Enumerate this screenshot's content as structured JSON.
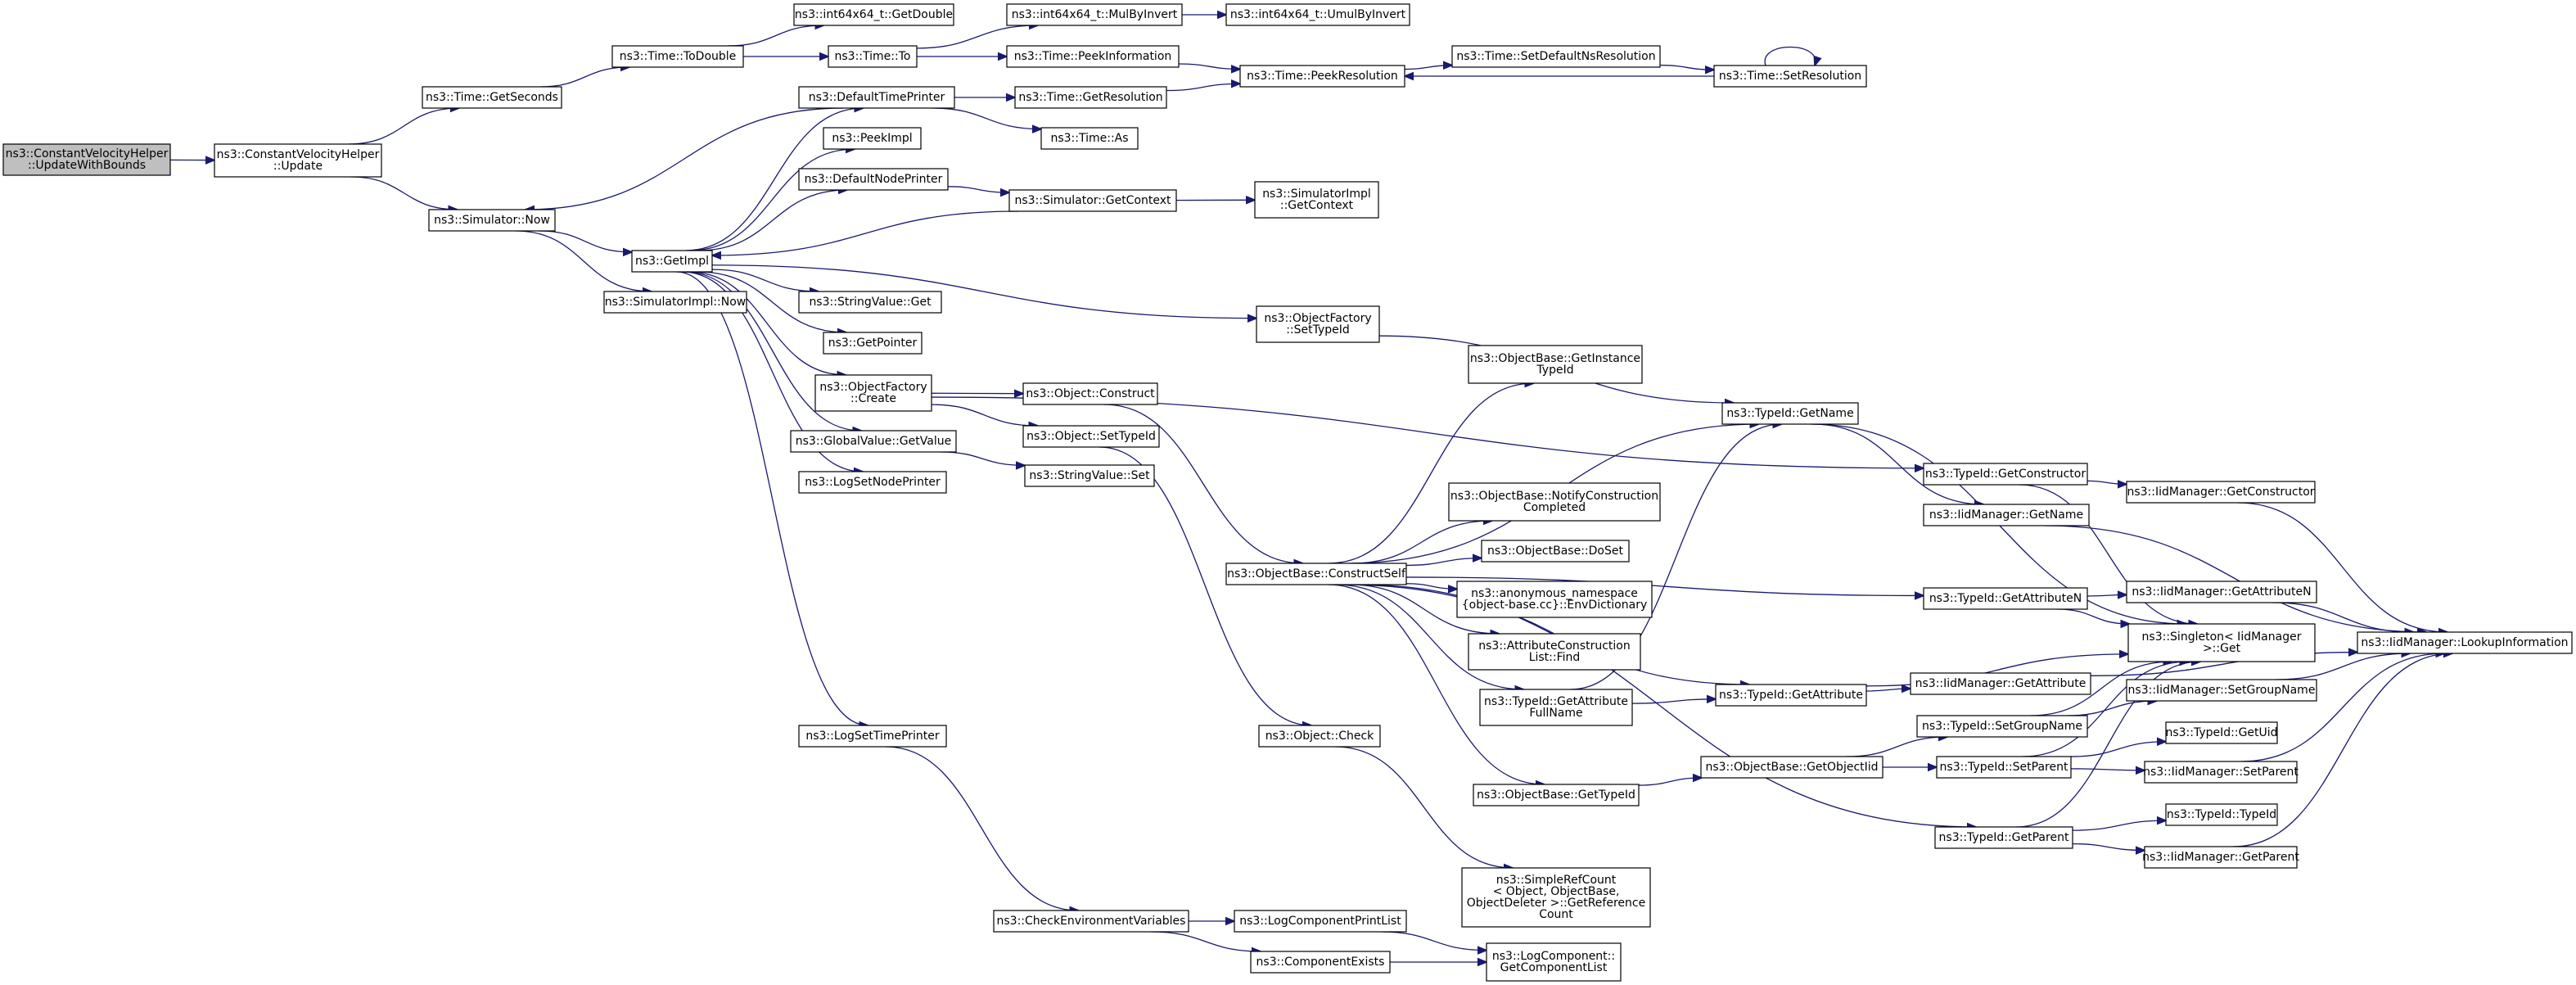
{
  "colors": {
    "edge": "#191970",
    "root_fill": "#bfbfbf",
    "node_fill": "#ffffff",
    "node_border": "#000000"
  },
  "nodes": [
    {
      "id": "root",
      "lines": [
        "ns3::ConstantVelocityHelper",
        "::UpdateWithBounds"
      ],
      "root": true
    },
    {
      "id": "cvh_update",
      "lines": [
        "ns3::ConstantVelocityHelper",
        "::Update"
      ]
    },
    {
      "id": "time_getseconds",
      "lines": [
        "ns3::Time::GetSeconds"
      ]
    },
    {
      "id": "time_todouble",
      "lines": [
        "ns3::Time::ToDouble"
      ]
    },
    {
      "id": "i64_getdouble",
      "lines": [
        "ns3::int64x64_t::GetDouble"
      ]
    },
    {
      "id": "time_to",
      "lines": [
        "ns3::Time::To"
      ]
    },
    {
      "id": "i64_mulbyinvert",
      "lines": [
        "ns3::int64x64_t::MulByInvert"
      ]
    },
    {
      "id": "i64_umulbyinvert",
      "lines": [
        "ns3::int64x64_t::UmulByInvert"
      ]
    },
    {
      "id": "time_peekinformation",
      "lines": [
        "ns3::Time::PeekInformation"
      ]
    },
    {
      "id": "time_peekresolution",
      "lines": [
        "ns3::Time::PeekResolution"
      ]
    },
    {
      "id": "time_setdefaultnsresolution",
      "lines": [
        "ns3::Time::SetDefaultNsResolution"
      ]
    },
    {
      "id": "time_setresolution",
      "lines": [
        "ns3::Time::SetResolution"
      ]
    },
    {
      "id": "simulator_now",
      "lines": [
        "ns3::Simulator::Now"
      ]
    },
    {
      "id": "defaulttimeprinter",
      "lines": [
        "ns3::DefaultTimePrinter"
      ]
    },
    {
      "id": "time_getresolution",
      "lines": [
        "ns3::Time::GetResolution"
      ]
    },
    {
      "id": "time_as",
      "lines": [
        "ns3::Time::As"
      ]
    },
    {
      "id": "peekimpl",
      "lines": [
        "ns3::PeekImpl"
      ]
    },
    {
      "id": "defaultnodeprinter",
      "lines": [
        "ns3::DefaultNodePrinter"
      ]
    },
    {
      "id": "simulator_getcontext",
      "lines": [
        "ns3::Simulator::GetContext"
      ]
    },
    {
      "id": "simulatorimpl_getcontext",
      "lines": [
        "ns3::SimulatorImpl",
        "::GetContext"
      ]
    },
    {
      "id": "getimpl",
      "lines": [
        "ns3::GetImpl"
      ]
    },
    {
      "id": "simulatorimpl_now",
      "lines": [
        "ns3::SimulatorImpl::Now"
      ]
    },
    {
      "id": "stringvalue_get",
      "lines": [
        "ns3::StringValue::Get"
      ]
    },
    {
      "id": "objectfactory_settypeid",
      "lines": [
        "ns3::ObjectFactory",
        "::SetTypeId"
      ]
    },
    {
      "id": "getpointer",
      "lines": [
        "ns3::GetPointer"
      ]
    },
    {
      "id": "objectfactory_create",
      "lines": [
        "ns3::ObjectFactory",
        "::Create"
      ]
    },
    {
      "id": "object_construct",
      "lines": [
        "ns3::Object::Construct"
      ]
    },
    {
      "id": "object_settypeid",
      "lines": [
        "ns3::Object::SetTypeId"
      ]
    },
    {
      "id": "globalvalue_getvalue",
      "lines": [
        "ns3::GlobalValue::GetValue"
      ]
    },
    {
      "id": "stringvalue_set",
      "lines": [
        "ns3::StringValue::Set"
      ]
    },
    {
      "id": "logsetnodeprinter",
      "lines": [
        "ns3::LogSetNodePrinter"
      ]
    },
    {
      "id": "objectbase_getinstancetypeid",
      "lines": [
        "ns3::ObjectBase::GetInstance",
        "TypeId"
      ]
    },
    {
      "id": "typeid_getname",
      "lines": [
        "ns3::TypeId::GetName"
      ]
    },
    {
      "id": "typeid_getconstructor",
      "lines": [
        "ns3::TypeId::GetConstructor"
      ]
    },
    {
      "id": "iidmanager_getconstructor",
      "lines": [
        "ns3::IidManager::GetConstructor"
      ]
    },
    {
      "id": "iidmanager_getname",
      "lines": [
        "ns3::IidManager::GetName"
      ]
    },
    {
      "id": "objectbase_notifyconstructioncompleted",
      "lines": [
        "ns3::ObjectBase::NotifyConstruction",
        "Completed"
      ]
    },
    {
      "id": "objectbase_doset",
      "lines": [
        "ns3::ObjectBase::DoSet"
      ]
    },
    {
      "id": "objectbase_constructself",
      "lines": [
        "ns3::ObjectBase::ConstructSelf"
      ]
    },
    {
      "id": "envdictionary",
      "lines": [
        "ns3::anonymous_namespace",
        "{object-base.cc}::EnvDictionary"
      ]
    },
    {
      "id": "typeid_getattributen",
      "lines": [
        "ns3::TypeId::GetAttributeN"
      ]
    },
    {
      "id": "iidmanager_getattributen",
      "lines": [
        "ns3::IidManager::GetAttributeN"
      ]
    },
    {
      "id": "singleton_get",
      "lines": [
        "ns3::Singleton< IidManager",
        ">::Get"
      ]
    },
    {
      "id": "iidmanager_lookupinformation",
      "lines": [
        "ns3::IidManager::LookupInformation"
      ]
    },
    {
      "id": "attributeconstructionlist_find",
      "lines": [
        "ns3::AttributeConstruction",
        "List::Find"
      ]
    },
    {
      "id": "typeid_getattributefullname",
      "lines": [
        "ns3::TypeId::GetAttribute",
        "FullName"
      ]
    },
    {
      "id": "typeid_getattribute",
      "lines": [
        "ns3::TypeId::GetAttribute"
      ]
    },
    {
      "id": "iidmanager_getattribute",
      "lines": [
        "ns3::IidManager::GetAttribute"
      ]
    },
    {
      "id": "iidmanager_setgroupname",
      "lines": [
        "ns3::IidManager::SetGroupName"
      ]
    },
    {
      "id": "typeid_setgroupname",
      "lines": [
        "ns3::TypeId::SetGroupName"
      ]
    },
    {
      "id": "typeid_getuid",
      "lines": [
        "ns3::TypeId::GetUid"
      ]
    },
    {
      "id": "logsettimeprinter",
      "lines": [
        "ns3::LogSetTimePrinter"
      ]
    },
    {
      "id": "object_check",
      "lines": [
        "ns3::Object::Check"
      ]
    },
    {
      "id": "objectbase_gettypeid",
      "lines": [
        "ns3::ObjectBase::GetTypeId"
      ]
    },
    {
      "id": "objectbase_getobjectiid",
      "lines": [
        "ns3::ObjectBase::GetObjectIid"
      ]
    },
    {
      "id": "typeid_setparent",
      "lines": [
        "ns3::TypeId::SetParent"
      ]
    },
    {
      "id": "iidmanager_setparent",
      "lines": [
        "ns3::IidManager::SetParent"
      ]
    },
    {
      "id": "typeid_typeid",
      "lines": [
        "ns3::TypeId::TypeId"
      ]
    },
    {
      "id": "typeid_getparent",
      "lines": [
        "ns3::TypeId::GetParent"
      ]
    },
    {
      "id": "iidmanager_getparent",
      "lines": [
        "ns3::IidManager::GetParent"
      ]
    },
    {
      "id": "simplerefcount_getreferencecount",
      "lines": [
        "ns3::SimpleRefCount",
        "< Object, ObjectBase,",
        "ObjectDeleter >::GetReference",
        "Count"
      ]
    },
    {
      "id": "checkenvironmentvariables",
      "lines": [
        "ns3::CheckEnvironmentVariables"
      ]
    },
    {
      "id": "logcomponentprintlist",
      "lines": [
        "ns3::LogComponentPrintList"
      ]
    },
    {
      "id": "componentexists",
      "lines": [
        "ns3::ComponentExists"
      ]
    },
    {
      "id": "logcomponent_getcomponentlist",
      "lines": [
        "ns3::LogComponent::",
        "GetComponentList"
      ]
    }
  ],
  "edges": [
    [
      "root",
      "cvh_update"
    ],
    [
      "cvh_update",
      "time_getseconds"
    ],
    [
      "cvh_update",
      "simulator_now"
    ],
    [
      "time_getseconds",
      "time_todouble"
    ],
    [
      "time_todouble",
      "i64_getdouble"
    ],
    [
      "time_todouble",
      "time_to"
    ],
    [
      "time_to",
      "i64_mulbyinvert"
    ],
    [
      "time_to",
      "time_peekinformation"
    ],
    [
      "i64_mulbyinvert",
      "i64_umulbyinvert"
    ],
    [
      "time_peekinformation",
      "time_peekresolution"
    ],
    [
      "time_peekresolution",
      "time_setdefaultnsresolution"
    ],
    [
      "time_setdefaultnsresolution",
      "time_setresolution"
    ],
    [
      "time_setresolution",
      "time_setresolution"
    ],
    [
      "time_setresolution",
      "time_peekresolution"
    ],
    [
      "simulator_now",
      "getimpl"
    ],
    [
      "simulator_now",
      "simulatorimpl_now"
    ],
    [
      "defaulttimeprinter",
      "simulator_now"
    ],
    [
      "defaulttimeprinter",
      "time_getresolution"
    ],
    [
      "defaulttimeprinter",
      "time_as"
    ],
    [
      "time_getresolution",
      "time_peekresolution"
    ],
    [
      "defaultnodeprinter",
      "simulator_getcontext"
    ],
    [
      "simulator_getcontext",
      "simulatorimpl_getcontext"
    ],
    [
      "simulator_getcontext",
      "getimpl"
    ],
    [
      "getimpl",
      "defaulttimeprinter"
    ],
    [
      "getimpl",
      "peekimpl"
    ],
    [
      "getimpl",
      "defaultnodeprinter"
    ],
    [
      "getimpl",
      "stringvalue_get"
    ],
    [
      "getimpl",
      "objectfactory_settypeid"
    ],
    [
      "getimpl",
      "getpointer"
    ],
    [
      "getimpl",
      "objectfactory_create"
    ],
    [
      "getimpl",
      "globalvalue_getvalue"
    ],
    [
      "getimpl",
      "logsetnodeprinter"
    ],
    [
      "getimpl",
      "logsettimeprinter"
    ],
    [
      "objectfactory_settypeid",
      "typeid_getname"
    ],
    [
      "objectfactory_create",
      "object_construct"
    ],
    [
      "objectfactory_create",
      "object_settypeid"
    ],
    [
      "objectfactory_create",
      "typeid_getconstructor"
    ],
    [
      "globalvalue_getvalue",
      "stringvalue_set"
    ],
    [
      "object_construct",
      "objectbase_constructself"
    ],
    [
      "object_settypeid",
      "object_check"
    ],
    [
      "objectbase_constructself",
      "objectbase_getinstancetypeid"
    ],
    [
      "objectbase_constructself",
      "typeid_getname"
    ],
    [
      "objectbase_constructself",
      "objectbase_notifyconstructioncompleted"
    ],
    [
      "objectbase_constructself",
      "objectbase_doset"
    ],
    [
      "objectbase_constructself",
      "envdictionary"
    ],
    [
      "objectbase_constructself",
      "attributeconstructionlist_find"
    ],
    [
      "objectbase_constructself",
      "typeid_getattributefullname"
    ],
    [
      "objectbase_constructself",
      "typeid_getattributen"
    ],
    [
      "objectbase_constructself",
      "typeid_getattribute"
    ],
    [
      "objectbase_constructself",
      "objectbase_gettypeid"
    ],
    [
      "objectbase_constructself",
      "typeid_getparent"
    ],
    [
      "typeid_getname",
      "iidmanager_getname"
    ],
    [
      "typeid_getname",
      "singleton_get"
    ],
    [
      "typeid_getconstructor",
      "iidmanager_getconstructor"
    ],
    [
      "typeid_getconstructor",
      "singleton_get"
    ],
    [
      "iidmanager_getconstructor",
      "iidmanager_lookupinformation"
    ],
    [
      "iidmanager_getname",
      "iidmanager_lookupinformation"
    ],
    [
      "typeid_getattributen",
      "iidmanager_getattributen"
    ],
    [
      "typeid_getattributen",
      "singleton_get"
    ],
    [
      "iidmanager_getattributen",
      "iidmanager_lookupinformation"
    ],
    [
      "typeid_getattributefullname",
      "typeid_getname"
    ],
    [
      "typeid_getattributefullname",
      "typeid_getattribute"
    ],
    [
      "typeid_getattribute",
      "iidmanager_getattribute"
    ],
    [
      "typeid_getattribute",
      "singleton_get"
    ],
    [
      "iidmanager_getattribute",
      "iidmanager_lookupinformation"
    ],
    [
      "objectbase_gettypeid",
      "objectbase_getobjectiid"
    ],
    [
      "objectbase_getobjectiid",
      "typeid_setgroupname"
    ],
    [
      "objectbase_getobjectiid",
      "typeid_setparent"
    ],
    [
      "typeid_setgroupname",
      "iidmanager_setgroupname"
    ],
    [
      "typeid_setgroupname",
      "singleton_get"
    ],
    [
      "iidmanager_setgroupname",
      "iidmanager_lookupinformation"
    ],
    [
      "typeid_setparent",
      "typeid_getuid"
    ],
    [
      "typeid_setparent",
      "iidmanager_setparent"
    ],
    [
      "typeid_setparent",
      "singleton_get"
    ],
    [
      "iidmanager_setparent",
      "iidmanager_lookupinformation"
    ],
    [
      "typeid_getparent",
      "typeid_typeid"
    ],
    [
      "typeid_getparent",
      "iidmanager_getparent"
    ],
    [
      "typeid_getparent",
      "singleton_get"
    ],
    [
      "iidmanager_getparent",
      "iidmanager_lookupinformation"
    ],
    [
      "object_check",
      "simplerefcount_getreferencecount"
    ],
    [
      "logsettimeprinter",
      "checkenvironmentvariables"
    ],
    [
      "checkenvironmentvariables",
      "logcomponentprintlist"
    ],
    [
      "checkenvironmentvariables",
      "componentexists"
    ],
    [
      "logcomponentprintlist",
      "logcomponent_getcomponentlist"
    ],
    [
      "componentexists",
      "logcomponent_getcomponentlist"
    ]
  ]
}
